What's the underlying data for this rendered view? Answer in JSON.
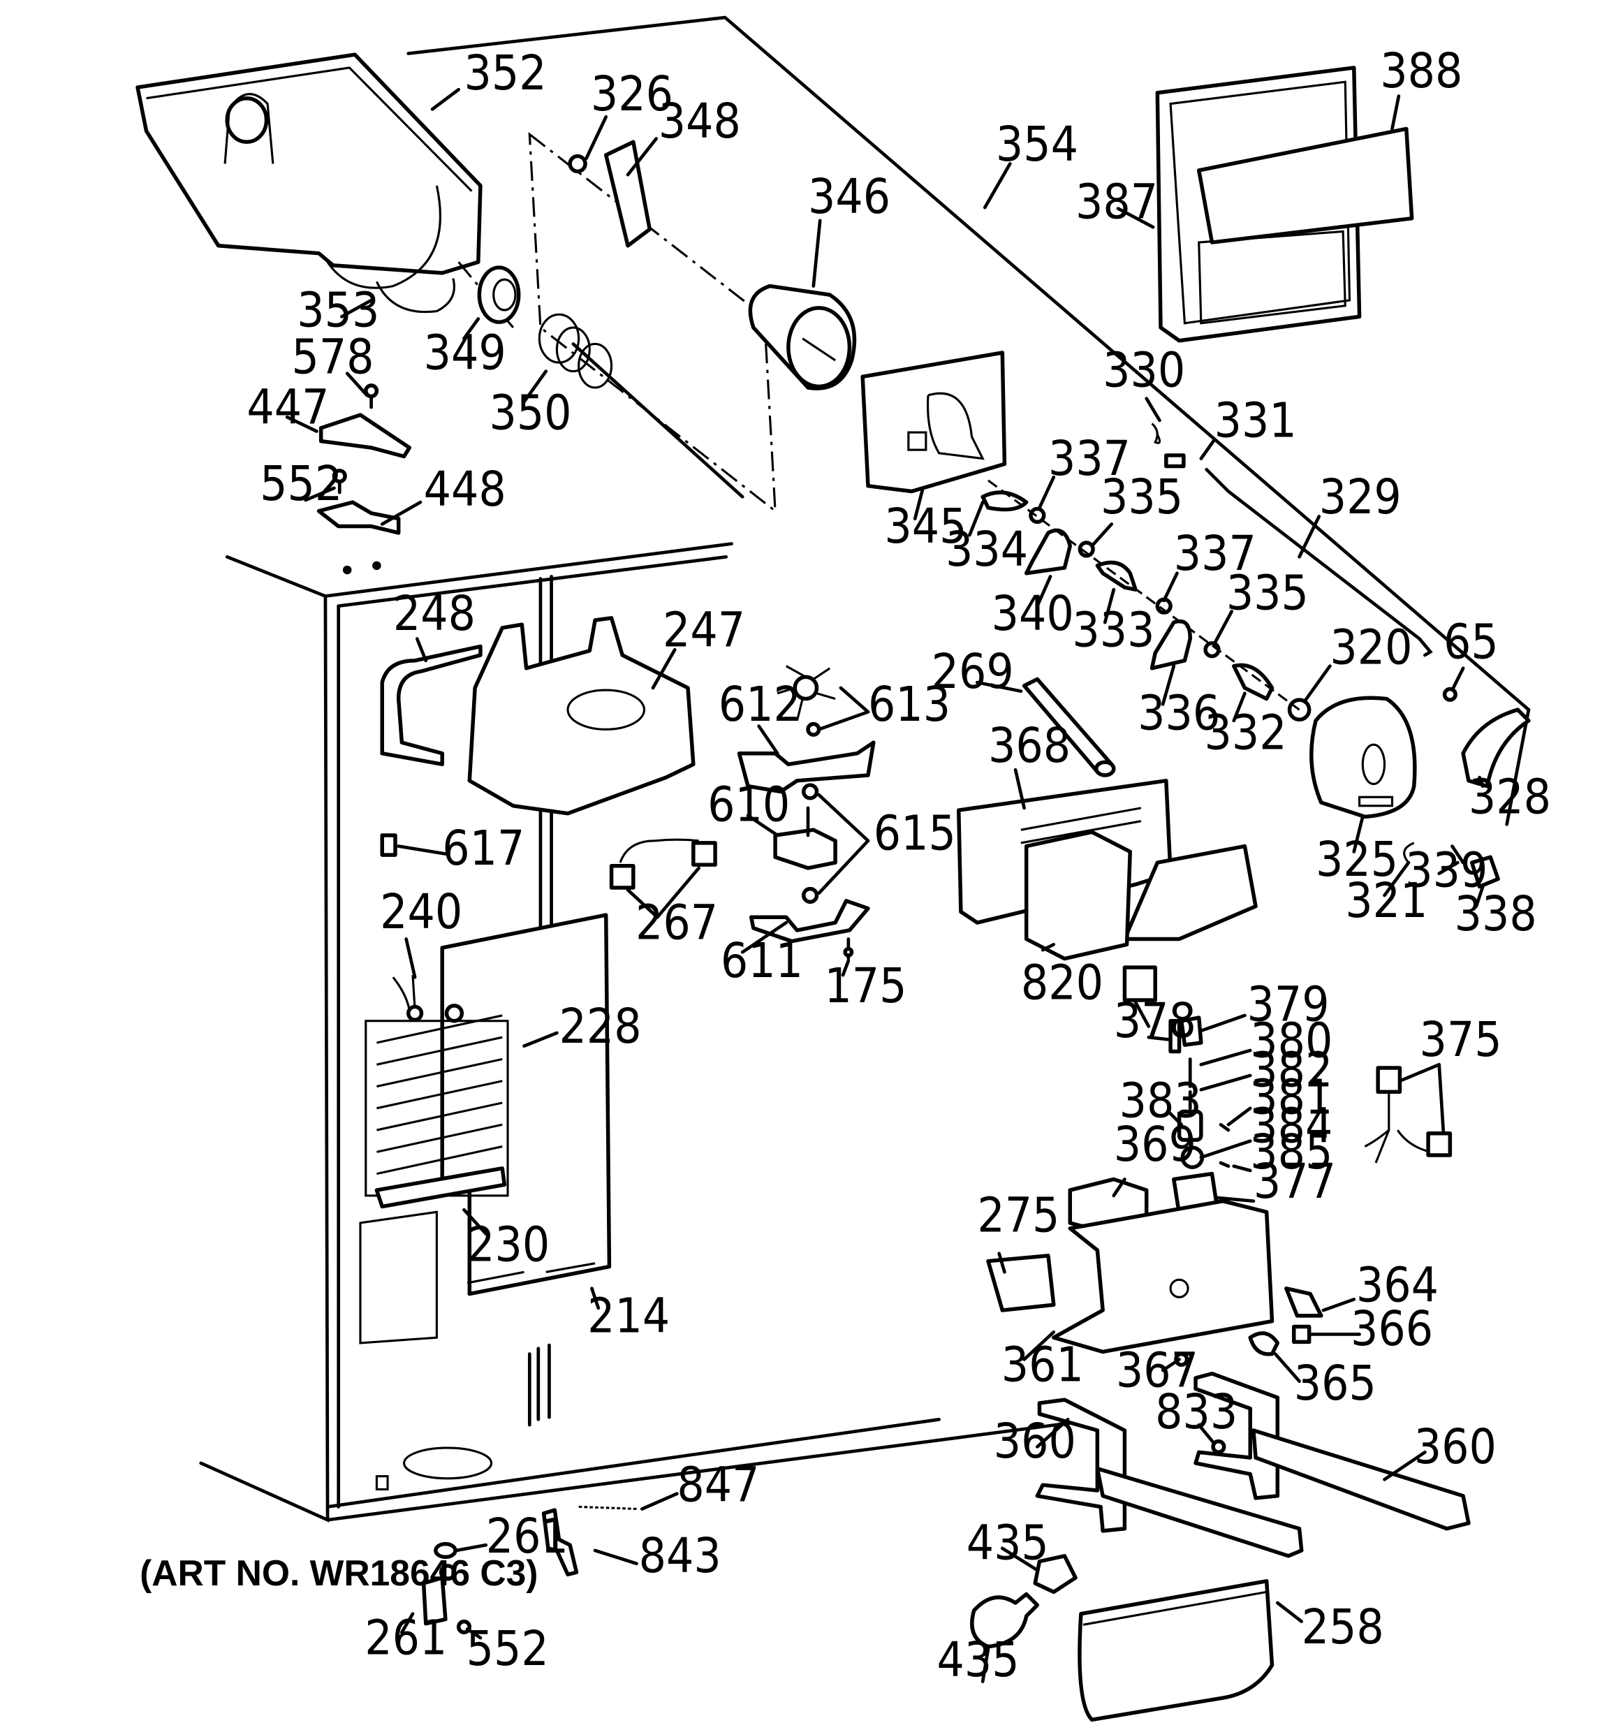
{
  "diagram": {
    "type": "exploded parts diagram",
    "subject": "Refrigerator freezer section / ice maker & dispenser parts",
    "art_number": "(ART NO. WR18646 C3)",
    "labels": [
      {
        "id": "l352",
        "text": "352"
      },
      {
        "id": "l326",
        "text": "326"
      },
      {
        "id": "l348",
        "text": "348"
      },
      {
        "id": "l346",
        "text": "346"
      },
      {
        "id": "l354",
        "text": "354"
      },
      {
        "id": "l388",
        "text": "388"
      },
      {
        "id": "l387",
        "text": "387"
      },
      {
        "id": "l353",
        "text": "353"
      },
      {
        "id": "l349",
        "text": "349"
      },
      {
        "id": "l350",
        "text": "350"
      },
      {
        "id": "l578",
        "text": "578"
      },
      {
        "id": "l447",
        "text": "447"
      },
      {
        "id": "l552a",
        "text": "552"
      },
      {
        "id": "l448",
        "text": "448"
      },
      {
        "id": "l345",
        "text": "345"
      },
      {
        "id": "l330",
        "text": "330"
      },
      {
        "id": "l331",
        "text": "331"
      },
      {
        "id": "l337a",
        "text": "337"
      },
      {
        "id": "l334",
        "text": "334"
      },
      {
        "id": "l335a",
        "text": "335"
      },
      {
        "id": "l329",
        "text": "329"
      },
      {
        "id": "l340",
        "text": "340"
      },
      {
        "id": "l333",
        "text": "333"
      },
      {
        "id": "l337b",
        "text": "337"
      },
      {
        "id": "l335b",
        "text": "335"
      },
      {
        "id": "l336",
        "text": "336"
      },
      {
        "id": "l332",
        "text": "332"
      },
      {
        "id": "l320",
        "text": "320"
      },
      {
        "id": "l65",
        "text": "65"
      },
      {
        "id": "l328",
        "text": "328"
      },
      {
        "id": "l325",
        "text": "325"
      },
      {
        "id": "l321",
        "text": "321"
      },
      {
        "id": "l339",
        "text": "339"
      },
      {
        "id": "l338",
        "text": "338"
      },
      {
        "id": "l269",
        "text": "269"
      },
      {
        "id": "l368",
        "text": "368"
      },
      {
        "id": "l820",
        "text": "820"
      },
      {
        "id": "l248",
        "text": "248"
      },
      {
        "id": "l247",
        "text": "247"
      },
      {
        "id": "l612",
        "text": "612"
      },
      {
        "id": "l613",
        "text": "613"
      },
      {
        "id": "l610",
        "text": "610"
      },
      {
        "id": "l615",
        "text": "615"
      },
      {
        "id": "l617",
        "text": "617"
      },
      {
        "id": "l267",
        "text": "267"
      },
      {
        "id": "l611",
        "text": "611"
      },
      {
        "id": "l175",
        "text": "175"
      },
      {
        "id": "l240",
        "text": "240"
      },
      {
        "id": "l228",
        "text": "228"
      },
      {
        "id": "l230",
        "text": "230"
      },
      {
        "id": "l214",
        "text": "214"
      },
      {
        "id": "l847",
        "text": "847"
      },
      {
        "id": "l261a",
        "text": "261"
      },
      {
        "id": "l843",
        "text": "843"
      },
      {
        "id": "l261b",
        "text": "261"
      },
      {
        "id": "l552b",
        "text": "552"
      },
      {
        "id": "l379",
        "text": "379"
      },
      {
        "id": "l378",
        "text": "378"
      },
      {
        "id": "l380",
        "text": "380"
      },
      {
        "id": "l382",
        "text": "382"
      },
      {
        "id": "l383",
        "text": "383"
      },
      {
        "id": "l381",
        "text": "381"
      },
      {
        "id": "l384",
        "text": "384"
      },
      {
        "id": "l385",
        "text": "385"
      },
      {
        "id": "l377",
        "text": "377"
      },
      {
        "id": "l369",
        "text": "369"
      },
      {
        "id": "l375",
        "text": "375"
      },
      {
        "id": "l275",
        "text": "275"
      },
      {
        "id": "l364",
        "text": "364"
      },
      {
        "id": "l366",
        "text": "366"
      },
      {
        "id": "l361",
        "text": "361"
      },
      {
        "id": "l367",
        "text": "367"
      },
      {
        "id": "l365",
        "text": "365"
      },
      {
        "id": "l833",
        "text": "833"
      },
      {
        "id": "l360a",
        "text": "360"
      },
      {
        "id": "l360b",
        "text": "360"
      },
      {
        "id": "l435a",
        "text": "435"
      },
      {
        "id": "l435b",
        "text": "435"
      },
      {
        "id": "l258",
        "text": "258"
      }
    ]
  }
}
